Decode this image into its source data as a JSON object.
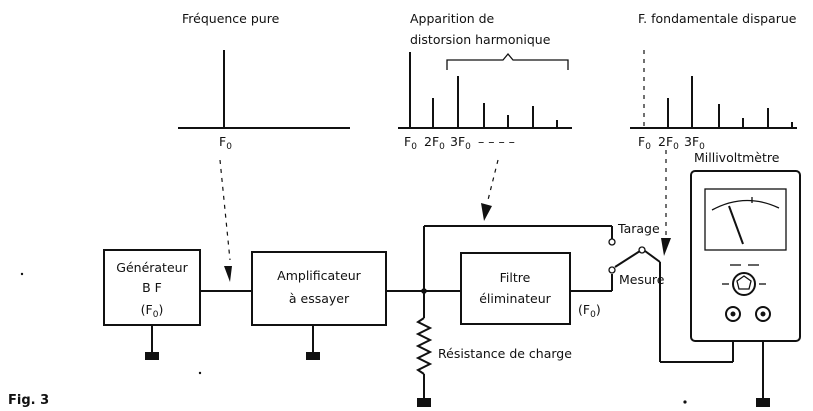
{
  "figure_label": "Fig. 3",
  "spectra": {
    "pure": {
      "title": "Fréquence pure",
      "f0": "F",
      "sub": "0"
    },
    "distortion": {
      "title_line1": "Apparition de",
      "title_line2": "distorsion harmonique",
      "f0": "F",
      "sub": "0",
      "f2": "2F",
      "f3": "3F",
      "dashes": "–  –  –  –"
    },
    "filtered": {
      "title": "F. fondamentale disparue",
      "f0": "F",
      "sub": "0",
      "f2": "2F",
      "f3": "3F"
    }
  },
  "blocks": {
    "generator": {
      "line1": "Générateur",
      "line2": "B F",
      "line3": "(F",
      "sub": "0",
      "close": ")"
    },
    "amplifier": {
      "line1": "Amplificateur",
      "line2": "à  essayer"
    },
    "filter": {
      "line1": "Filtre",
      "line2": "éliminateur"
    },
    "filter_output": {
      "text": "(F",
      "sub": "0",
      "close": ")"
    }
  },
  "labels": {
    "load": "Résistance de charge",
    "tarage": "Tarage",
    "mesure": "Mesure",
    "meter": "Millivoltmètre"
  },
  "colors": {
    "ink": "#111111",
    "paper": "#ffffff"
  }
}
